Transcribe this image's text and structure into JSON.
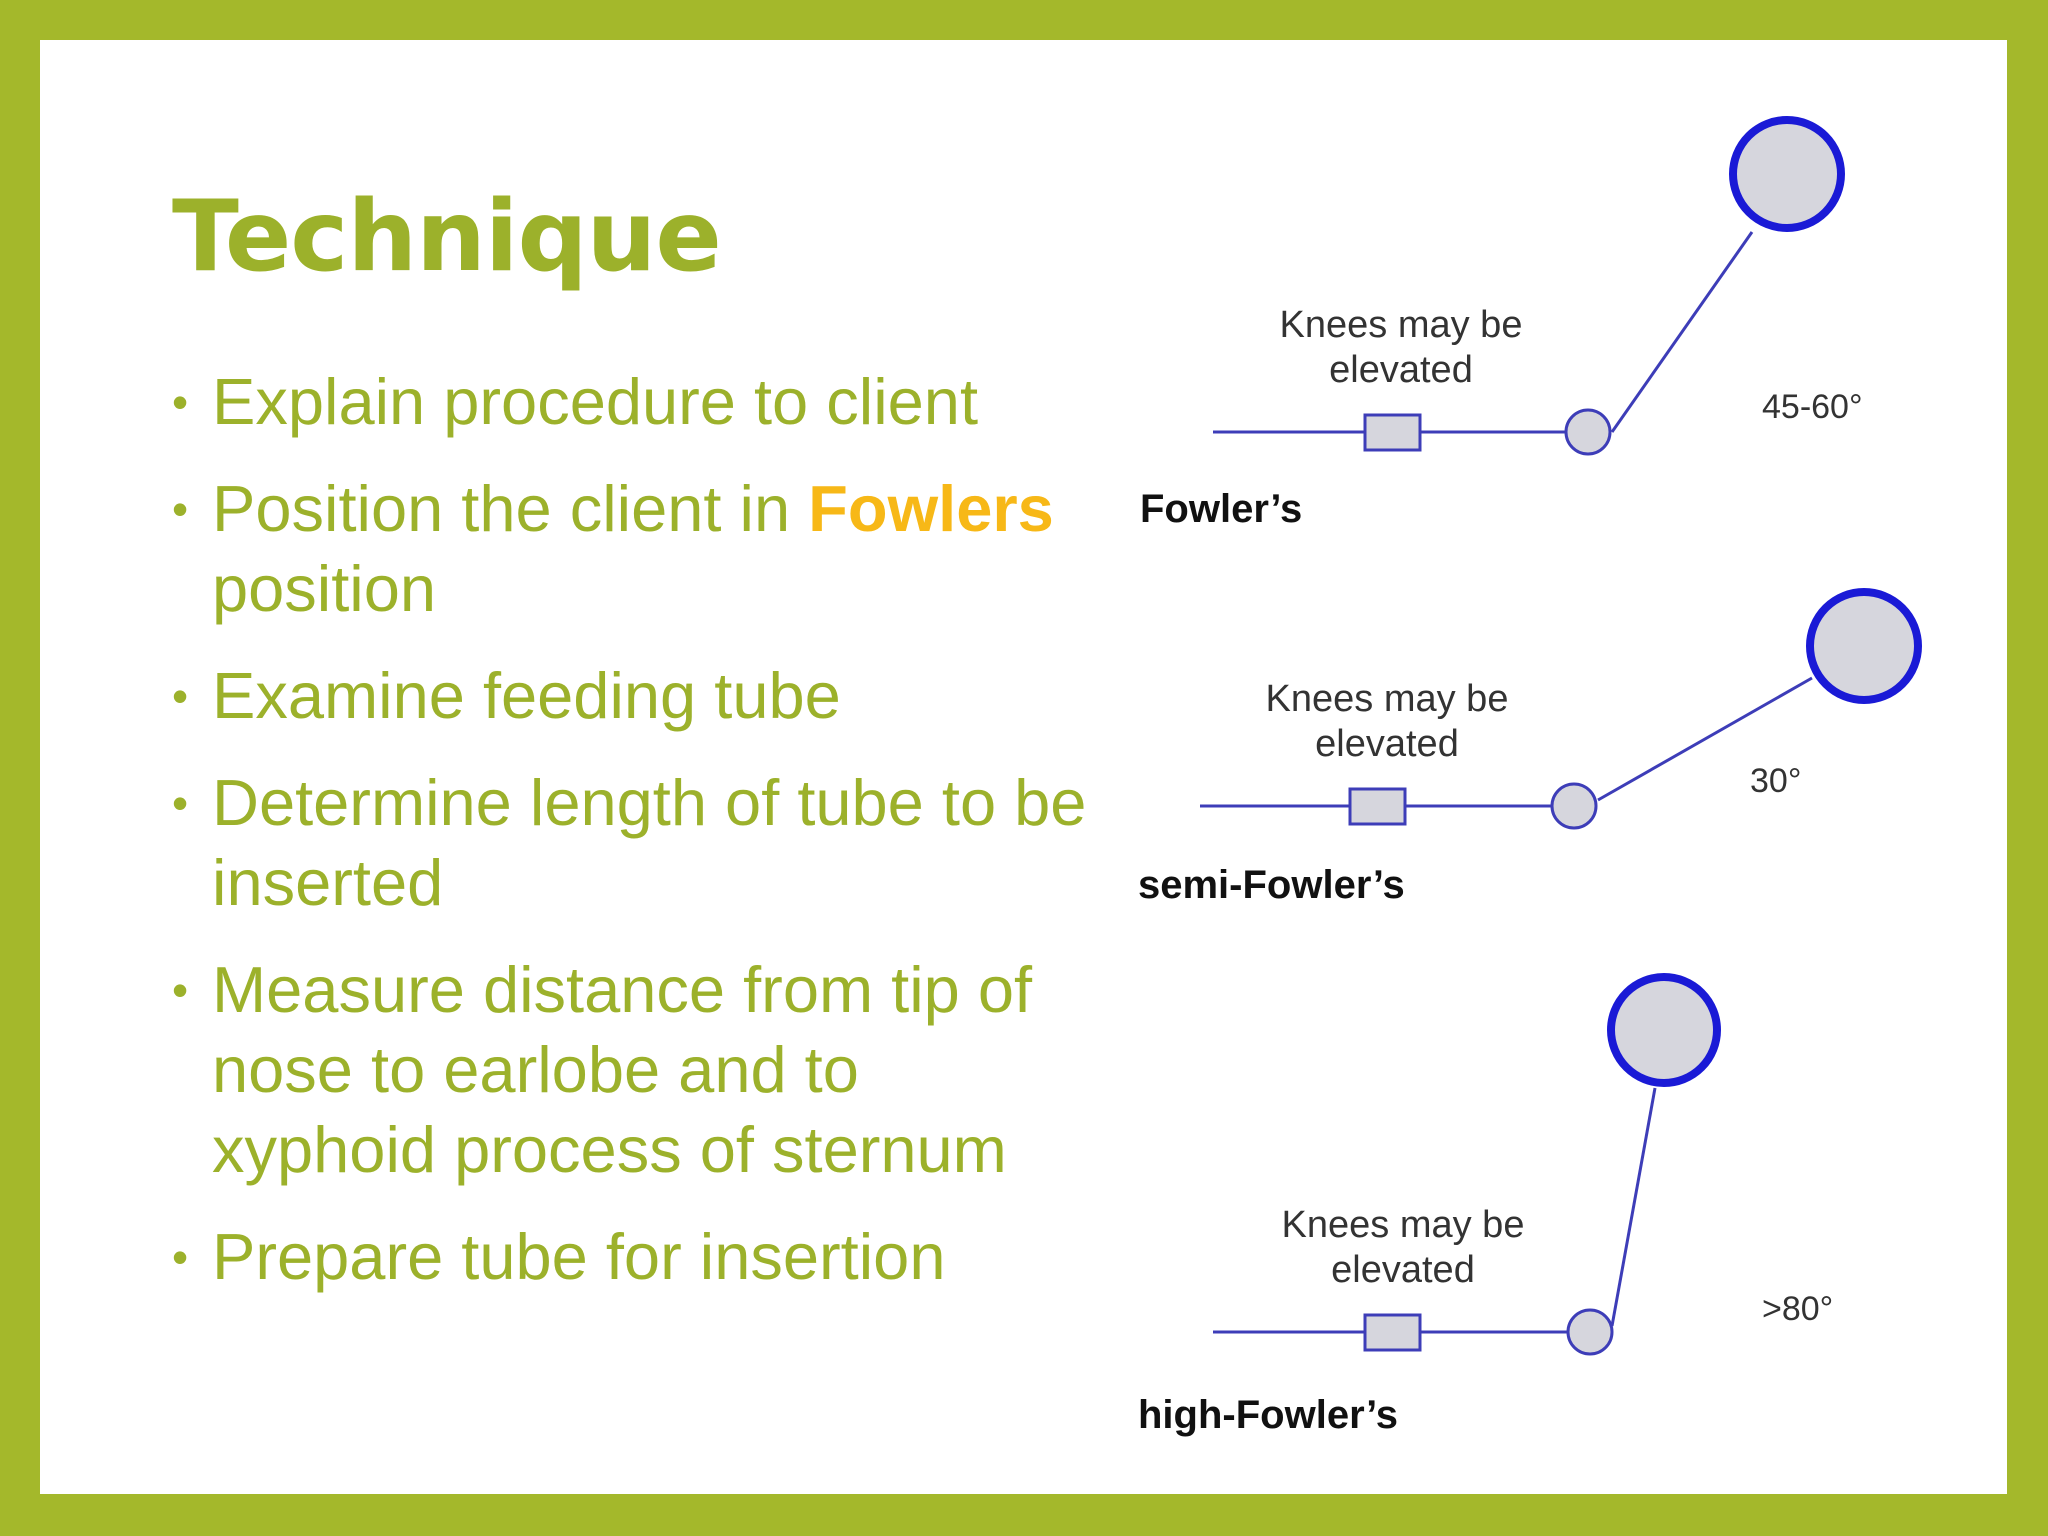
{
  "slide": {
    "title": "Technique",
    "bullets": [
      {
        "text_before": "Explain procedure to client",
        "highlight": "",
        "text_after": ""
      },
      {
        "text_before": "Position the client in ",
        "highlight": "Fowlers",
        "text_after": " position"
      },
      {
        "text_before": "Examine feeding tube",
        "highlight": "",
        "text_after": ""
      },
      {
        "text_before": "Determine length of tube to be inserted",
        "highlight": "",
        "text_after": ""
      },
      {
        "text_before": "Measure distance from tip of nose to earlobe and to xyphoid process of sternum",
        "highlight": "",
        "text_after": ""
      },
      {
        "text_before": "Prepare tube for insertion",
        "highlight": "",
        "text_after": ""
      }
    ]
  },
  "diagram": {
    "positions": [
      {
        "name": "Fowler’s",
        "knee_line1": "Knees may be",
        "knee_line2": "elevated",
        "angle": "45-60°"
      },
      {
        "name": "semi-Fowler’s",
        "knee_line1": "Knees may be",
        "knee_line2": "elevated",
        "angle": "30°"
      },
      {
        "name": "high-Fowler’s",
        "knee_line1": "Knees may be",
        "knee_line2": "elevated",
        "angle": ">80°"
      }
    ]
  },
  "colors": {
    "border": "#a4b82b",
    "title": "#9cb12b",
    "bullet_text": "#9cb12b",
    "highlight": "#f7b817",
    "figure_line": "#3d3db8",
    "head_stroke": "#1a1ad6",
    "figure_fill": "#d6d6dd"
  }
}
